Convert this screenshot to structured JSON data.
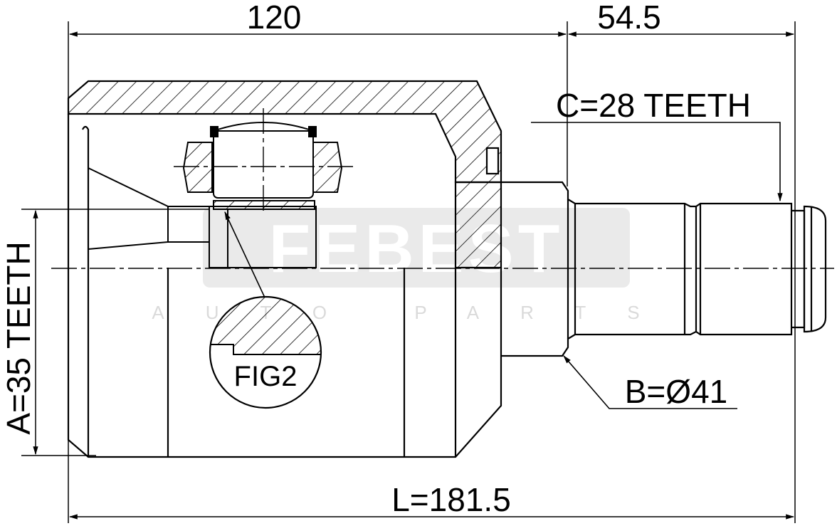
{
  "labels": {
    "dim_top_left": "120",
    "dim_top_right": "54.5",
    "spline_c": "C=28 TEETH",
    "spline_a": "A=35 TEETH",
    "diameter_b": "B=Ø41",
    "length_l": "L=181.5",
    "fig_label": "FIG2"
  },
  "watermark": {
    "brand": "FEBEST",
    "tagline": "AUTO PARTS"
  },
  "colors": {
    "line": "#000000",
    "watermark": "#9e9e9e"
  }
}
